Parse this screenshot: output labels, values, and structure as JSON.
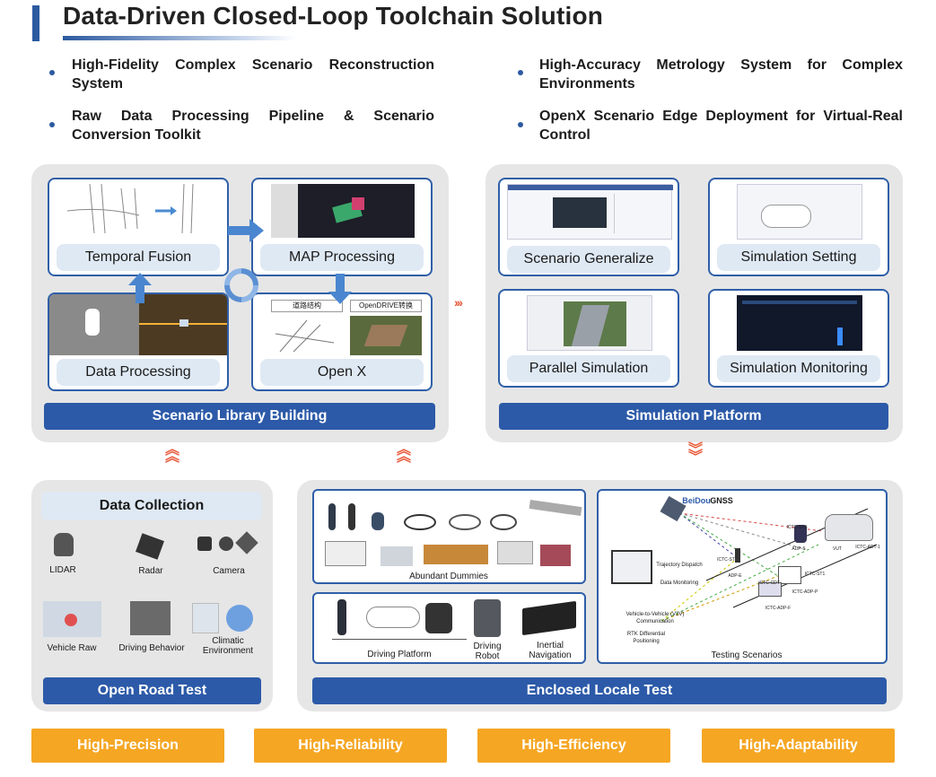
{
  "title": "Data-Driven Closed-Loop Toolchain Solution",
  "bullets": [
    "High-Fidelity Complex Scenario Reconstruction System",
    "Raw Data Processing Pipeline & Scenario Conversion Toolkit",
    "High-Accuracy Metrology System for Complex Environments",
    "OpenX Scenario Edge Deployment for Virtual-Real Control"
  ],
  "scenario_library": {
    "cards": [
      "Temporal Fusion",
      "MAP  Processing",
      "Data Processing",
      "Open X"
    ],
    "bar": "Scenario Library Building",
    "openx_tags": [
      "道路结构",
      "OpenDRIVE转换"
    ]
  },
  "simulation_platform": {
    "cards": [
      "Scenario Generalize",
      "Simulation Setting",
      "Parallel Simulation",
      "Simulation Monitoring"
    ],
    "bar": "Simulation Platform"
  },
  "open_road": {
    "title": "Data Collection",
    "items": [
      "LIDAR",
      "Radar",
      "Camera",
      "Vehicle Raw",
      "Driving Behavior",
      "Climatic Environment"
    ],
    "bar": "Open Road Test"
  },
  "enclosed": {
    "dummies_label": "Abundant Dummies",
    "platform_labels": [
      "Driving Platform",
      "Driving Robot",
      "Inertial Navigation"
    ],
    "testing": {
      "gnss": "GNSS",
      "beidou": "BeiDou",
      "labels": [
        "Trajectory Dispatch",
        "Data Monitoring",
        "Vehicle-to-Vehicle (V2V) Communication",
        "RTK Differential Positioning",
        "Testing Scenarios"
      ],
      "nodes": [
        "ICTC-STB",
        "ADP-S",
        "VUT",
        "ICTC-ADT-1",
        "ICTC-ST",
        "ADP-E",
        "ICTC-CDT",
        "ICTC-ST1",
        "ICTC-ADP-P",
        "ICTC-ADP-F"
      ]
    },
    "bar": "Enclosed Locale Test"
  },
  "features": [
    "High-Precision",
    "High-Reliability",
    "High-Efficiency",
    "High-Adaptability"
  ],
  "colors": {
    "accent": "#2c5aa8",
    "orange": "#f5a623",
    "panel": "#e6e6e6",
    "label_bg": "#dfe9f4",
    "chevron": "#e85a3b"
  }
}
